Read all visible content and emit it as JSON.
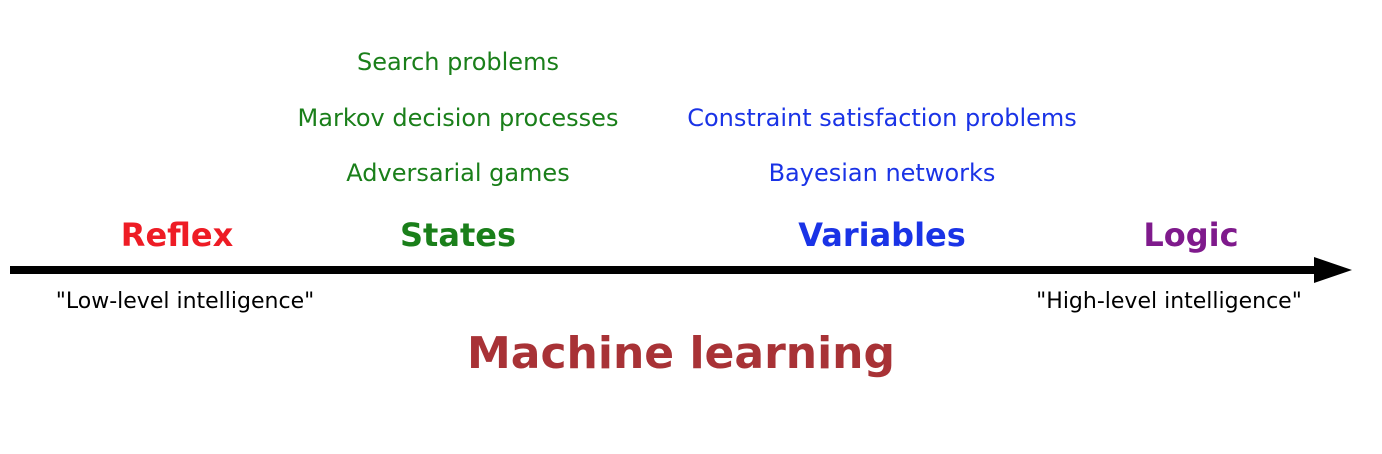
{
  "states_examples": [
    "Search problems",
    "Markov decision processes",
    "Adversarial games"
  ],
  "variables_examples": [
    "Constraint satisfaction problems",
    "Bayesian networks"
  ],
  "categories": {
    "reflex": "Reflex",
    "states": "States",
    "variables": "Variables",
    "logic": "Logic"
  },
  "axis_notes": {
    "low": "\"Low-level intelligence\"",
    "high": "\"High-level intelligence\""
  },
  "footer": "Machine learning",
  "colors": {
    "reflex": "#ee1c25",
    "states": "#1a7f1a",
    "variables": "#1a33e6",
    "logic": "#7f1a8c",
    "machine_learning": "#a83236",
    "axis": "#000000"
  }
}
